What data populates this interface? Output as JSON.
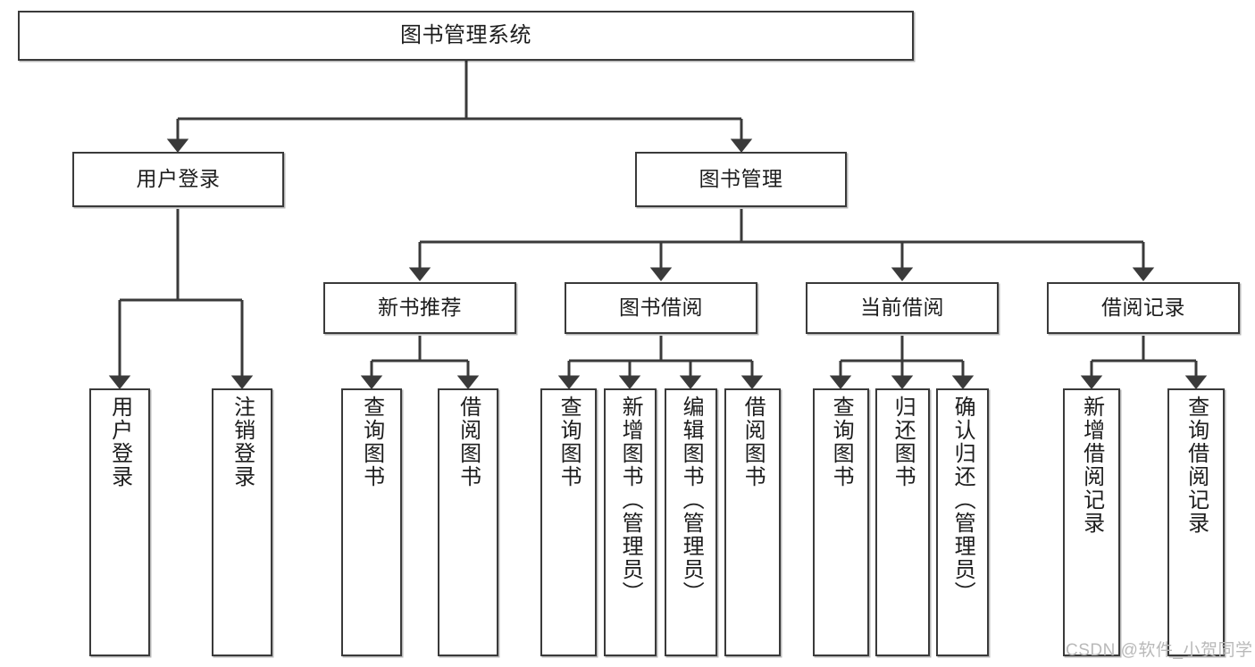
{
  "diagram": {
    "title": "图书管理系统",
    "type": "tree-hierarchy-diagram",
    "stroke_color": "#3a3a3a",
    "fill_color": "#ffffff",
    "text_color": "#1d1d1d",
    "nodes": {
      "root": {
        "label": "图书管理系统"
      },
      "level2": [
        {
          "id": "user-login",
          "label": "用户登录"
        },
        {
          "id": "book-management",
          "label": "图书管理"
        }
      ],
      "level3": [
        {
          "id": "new-book-recommend",
          "label": "新书推荐"
        },
        {
          "id": "book-borrow",
          "label": "图书借阅"
        },
        {
          "id": "current-borrow",
          "label": "当前借阅"
        },
        {
          "id": "borrow-record",
          "label": "借阅记录"
        }
      ],
      "leaves": {
        "user_login": [
          {
            "id": "leaf-user-login",
            "label": "用户登录"
          },
          {
            "id": "leaf-logout-login",
            "label": "注销登录"
          }
        ],
        "new_book_recommend": [
          {
            "id": "leaf-query-book-1",
            "label": "查询图书"
          },
          {
            "id": "leaf-borrow-book-1",
            "label": "借阅图书"
          }
        ],
        "book_borrow": [
          {
            "id": "leaf-query-book-2",
            "label": "查询图书"
          },
          {
            "id": "leaf-add-book",
            "label": "新增图书（管理员）"
          },
          {
            "id": "leaf-edit-book",
            "label": "编辑图书（管理员）"
          },
          {
            "id": "leaf-borrow-book-2",
            "label": "借阅图书"
          }
        ],
        "current_borrow": [
          {
            "id": "leaf-query-book-3",
            "label": "查询图书"
          },
          {
            "id": "leaf-return-book",
            "label": "归还图书"
          },
          {
            "id": "leaf-confirm-return",
            "label": "确认归还（管理员）"
          }
        ],
        "borrow_record": [
          {
            "id": "leaf-add-record",
            "label": "新增借阅记录"
          },
          {
            "id": "leaf-query-record",
            "label": "查询借阅记录"
          }
        ]
      }
    }
  },
  "watermark": {
    "text": "CSDN @软件_小贺同学"
  }
}
